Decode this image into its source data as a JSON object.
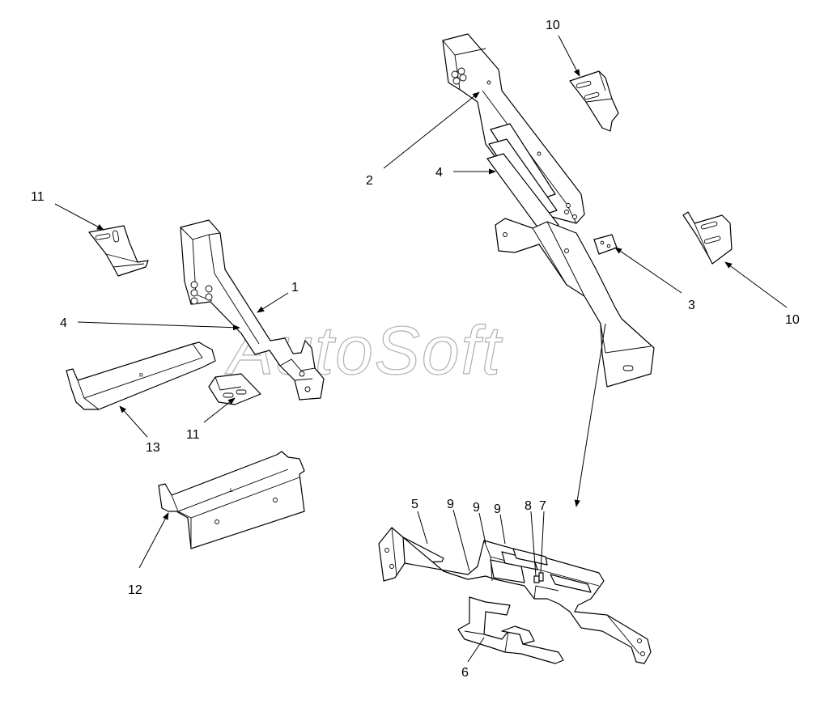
{
  "watermark": "AutoSoft",
  "colors": {
    "line": "#000000",
    "watermark": "#b0b0b0",
    "background": "#ffffff"
  },
  "callouts": [
    {
      "id": "c1",
      "label": "1"
    },
    {
      "id": "c2",
      "label": "2"
    },
    {
      "id": "c3",
      "label": "3"
    },
    {
      "id": "c4a",
      "label": "4"
    },
    {
      "id": "c4b",
      "label": "4"
    },
    {
      "id": "c5",
      "label": "5"
    },
    {
      "id": "c6",
      "label": "6"
    },
    {
      "id": "c7",
      "label": "7"
    },
    {
      "id": "c8",
      "label": "8"
    },
    {
      "id": "c9a",
      "label": "9"
    },
    {
      "id": "c9b",
      "label": "9"
    },
    {
      "id": "c9c",
      "label": "9"
    },
    {
      "id": "c10a",
      "label": "10"
    },
    {
      "id": "c10b",
      "label": "10"
    },
    {
      "id": "c11a",
      "label": "11"
    },
    {
      "id": "c11b",
      "label": "11"
    },
    {
      "id": "c12",
      "label": "12"
    },
    {
      "id": "c13",
      "label": "13"
    }
  ],
  "part_markings": {
    "plate13": "R",
    "plate12": "L"
  }
}
